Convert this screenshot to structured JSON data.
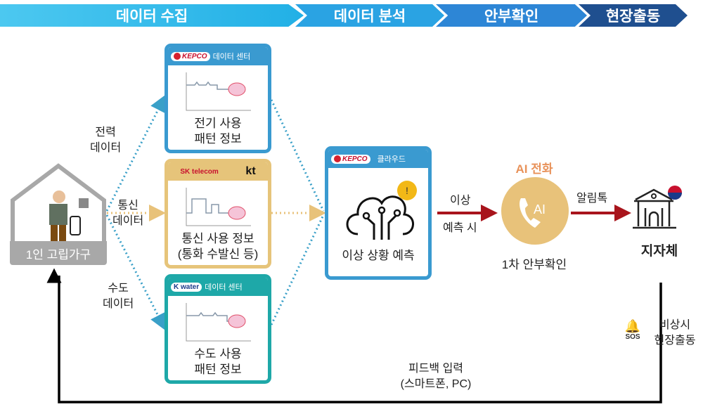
{
  "header": {
    "steps": [
      "데이터 수집",
      "데이터 분석",
      "안부확인",
      "현장출동"
    ]
  },
  "household": {
    "label": "1인 고립가구"
  },
  "links": {
    "power": "전력\n데이터",
    "telecom": "통신\n데이터",
    "water": "수도\n데이터"
  },
  "power_box": {
    "brand": "KEPCO",
    "header": "데이터 센터",
    "title_1": "전기 사용",
    "title_2": "패턴 정보"
  },
  "telecom_box": {
    "brand_1": "SK telecom",
    "brand_2": "kt",
    "title_1": "통신 사용 정보",
    "title_2": "(통화 수발신 등)"
  },
  "water_box": {
    "brand": "K water",
    "header": "데이터 센터",
    "title_1": "수도 사용",
    "title_2": "패턴 정보"
  },
  "cloud_box": {
    "brand": "KEPCO",
    "header": "클라우드",
    "alert": "!",
    "title": "이상 상황 예측"
  },
  "arrow1": {
    "top": "이상",
    "bottom": "예측 시"
  },
  "ai_call": {
    "heading": "AI 전화",
    "badge": "AI",
    "caption": "1차 안부확인"
  },
  "arrow2": {
    "label": "알림톡"
  },
  "gov": {
    "label": "지자체"
  },
  "emergency": {
    "sos": "SOS",
    "line1": "비상시",
    "line2": "현장출동"
  },
  "feedback": {
    "line1": "피드백 입력",
    "line2": "(스마트폰, PC)"
  },
  "colors": {
    "kepco": "#3a9ad0",
    "telecom": "#e6c47a",
    "water": "#1ea8a8",
    "ai": "#e8c27a",
    "arrow": "#a8141c"
  }
}
